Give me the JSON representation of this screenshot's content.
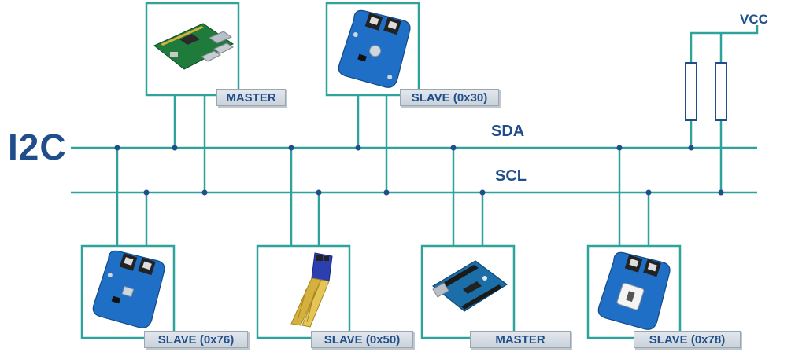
{
  "bus": {
    "title": "I2C",
    "sda_label": "SDA",
    "scl_label": "SCL",
    "vcc_label": "VCC"
  },
  "devices": {
    "top_1": {
      "label": "MASTER",
      "board": "raspberry-pi"
    },
    "top_2": {
      "label": "SLAVE (0x30)",
      "board": "sensor-module"
    },
    "bottom_1": {
      "label": "SLAVE (0x76)",
      "board": "sensor-module"
    },
    "bottom_2": {
      "label": "SLAVE (0x50)",
      "board": "soil-moisture-sensor"
    },
    "bottom_3": {
      "label": "MASTER",
      "board": "arduino-uno"
    },
    "bottom_4": {
      "label": "SLAVE (0x78)",
      "board": "sensor-module"
    }
  },
  "colors": {
    "wire": "#2ea39b",
    "text": "#1f4e8a",
    "resistor": "#1f4e8a"
  }
}
